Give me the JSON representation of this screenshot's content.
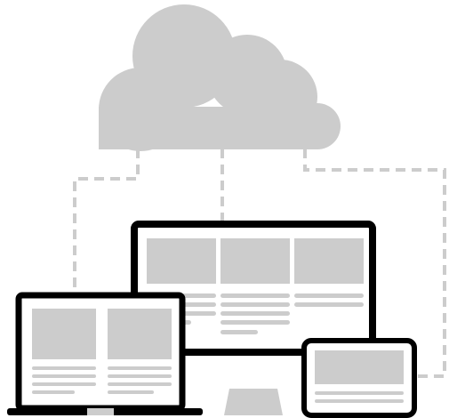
{
  "nodes": [
    {
      "id": "cloud",
      "icon": "cloud-icon"
    },
    {
      "id": "desktop-monitor",
      "icon": "monitor-icon"
    },
    {
      "id": "laptop",
      "icon": "laptop-icon"
    },
    {
      "id": "tablet",
      "icon": "tablet-icon"
    }
  ],
  "edges": [
    {
      "from": "cloud",
      "to": "laptop",
      "style": "dashed"
    },
    {
      "from": "cloud",
      "to": "desktop-monitor",
      "style": "dashed"
    },
    {
      "from": "cloud",
      "to": "tablet",
      "style": "dashed"
    }
  ],
  "colors": {
    "cloud": "#cccccc",
    "device_frame": "#000000",
    "screen_placeholder": "#cccccc",
    "connector": "#cccccc",
    "background": "#ffffff"
  }
}
